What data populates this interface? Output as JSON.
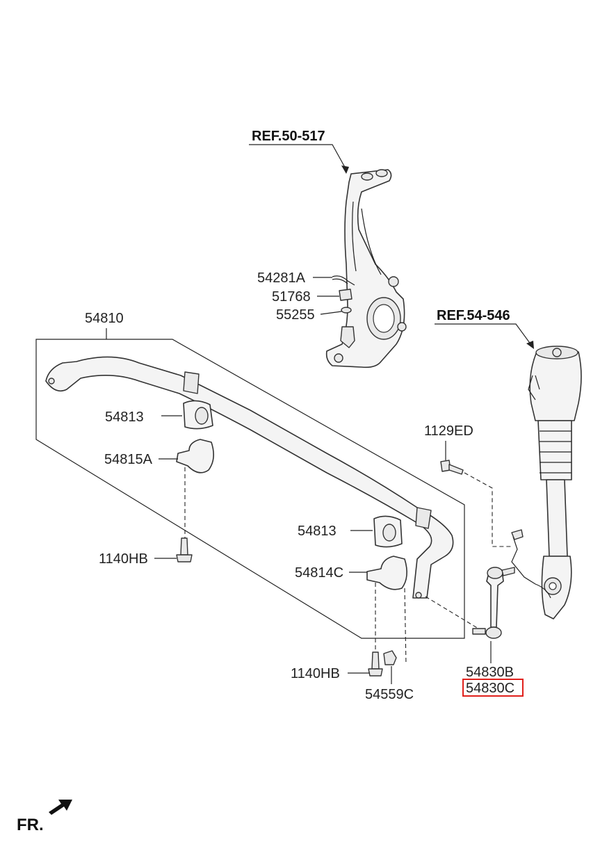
{
  "refs": {
    "knuckle": "REF.50-517",
    "strut": "REF.54-546"
  },
  "labels": {
    "p54281A": "54281A",
    "p51768": "51768",
    "p55255": "55255",
    "p54810": "54810",
    "p54813_top": "54813",
    "p54815A": "54815A",
    "p1140HB_left": "1140HB",
    "p1129ED": "1129ED",
    "p54813_mid": "54813",
    "p54814C": "54814C",
    "p1140HB_bottom": "1140HB",
    "p54559C": "54559C",
    "p54830B": "54830B",
    "p54830C": "54830C"
  },
  "highlighted_part": "54830C",
  "highlight_color": "#e0201b",
  "front_marker": "FR."
}
